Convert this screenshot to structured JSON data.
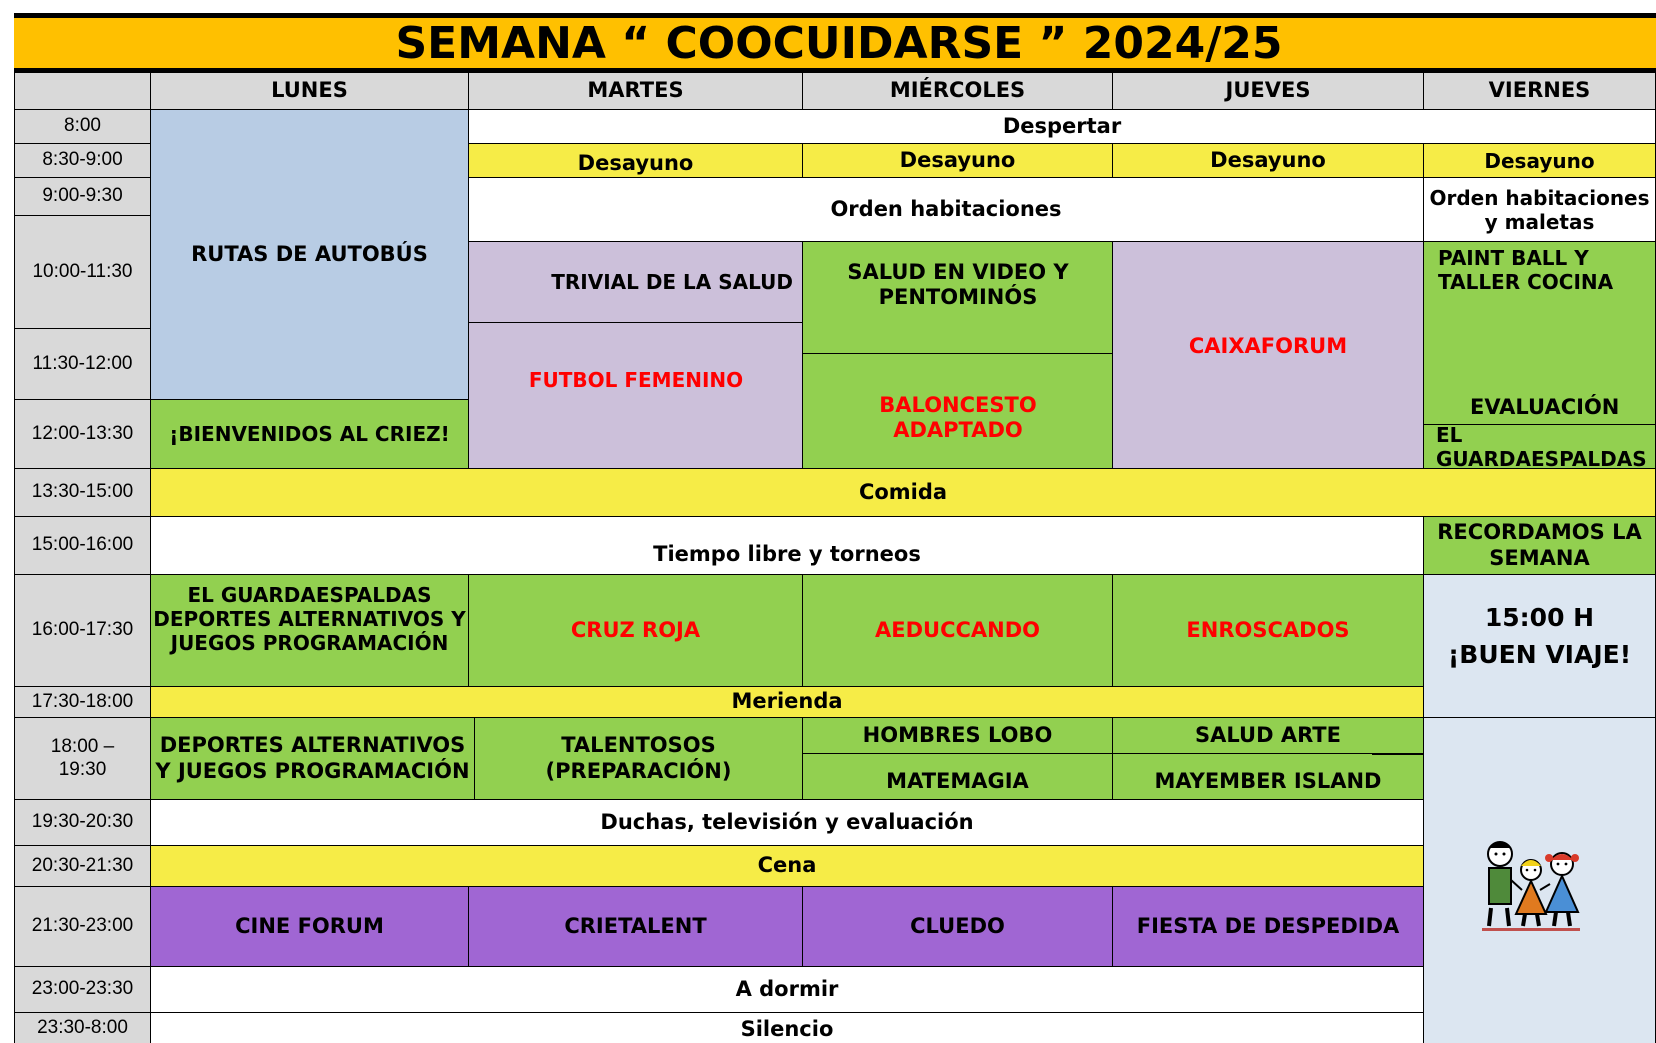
{
  "title": "SEMANA “ COOCUIDARSE ”  2024/25",
  "days": [
    "LUNES",
    "MARTES",
    "MIÉRCOLES",
    "JUEVES",
    "VIERNES"
  ],
  "times": [
    "8:00",
    "8:30-9:00",
    "9:00-9:30",
    "10:00-11:30",
    "11:30-12:00",
    "12:00-13:30",
    "13:30-15:00",
    "15:00-16:00",
    "16:00-17:30",
    "17:30-18:00",
    "18:00 –\n19:30",
    "19:30-20:30",
    "20:30-21:30",
    "21:30-23:00",
    "23:00-23:30",
    "23:30-8:00"
  ],
  "cells": {
    "rutas": "RUTAS DE AUTOBÚS",
    "bienvenidos": "¡BIENVENIDOS AL CRIEZ!",
    "despertar": "Despertar",
    "desayuno": "Desayuno",
    "orden": "Orden habitaciones",
    "orden_viernes": "Orden habitaciones y maletas",
    "trivial": "TRIVIAL DE LA SALUD",
    "futbol": "FUTBOL FEMENINO",
    "salud_video": "SALUD EN VIDEO Y PENTOMINÓS",
    "baloncesto": "BALONCESTO ADAPTADO",
    "caixaforum": "CAIXAFORUM",
    "paintball": "PAINT BALL Y TALLER COCINA",
    "evaluacion": "EVALUACIÓN",
    "guardaespaldas_vie": "EL GUARDAESPALDAS",
    "comida": "Comida",
    "tiempo_libre": "Tiempo libre y torneos",
    "recordamos": "RECORDAMOS LA SEMANA",
    "guardaespaldas_lun": "EL GUARDAESPALDAS DEPORTES ALTERNATIVOS Y JUEGOS PROGRAMACIÓN",
    "cruz_roja": "CRUZ ROJA",
    "aeduccando": "AEDUCCANDO",
    "enroscados": "ENROSCADOS",
    "buen_viaje_time": "15:00 H",
    "buen_viaje": "¡BUEN VIAJE!",
    "merienda": "Merienda",
    "deportes": "DEPORTES ALTERNATIVOS Y JUEGOS PROGRAMACIÓN",
    "talentosos": "TALENTOSOS (PREPARACIÓN)",
    "hombres_lobo": "HOMBRES LOBO",
    "matemagia": "MATEMAGIA",
    "salud_arte": "SALUD ARTE",
    "mayember": "MAYEMBER ISLAND",
    "duchas": "Duchas, televisión y evaluación",
    "cena": "Cena",
    "cine": "CINE FORUM",
    "crietalent": "CRIETALENT",
    "cluedo": "CLUEDO",
    "fiesta": "FIESTA DE DESPEDIDA",
    "a_dormir": "A dormir",
    "silencio": "Silencio"
  },
  "colors": {
    "title_bg": "#ffc000",
    "meal_yellow": "#f6ec47",
    "activity_green": "#92d050",
    "workshop_lavender": "#ccc0da",
    "night_purple": "#a066d3",
    "bus_blue": "#b8cce4",
    "friday_pale_blue": "#dce6f1",
    "red_text": "#ff0000"
  },
  "icons": [
    "children-holding-hands-icon"
  ]
}
